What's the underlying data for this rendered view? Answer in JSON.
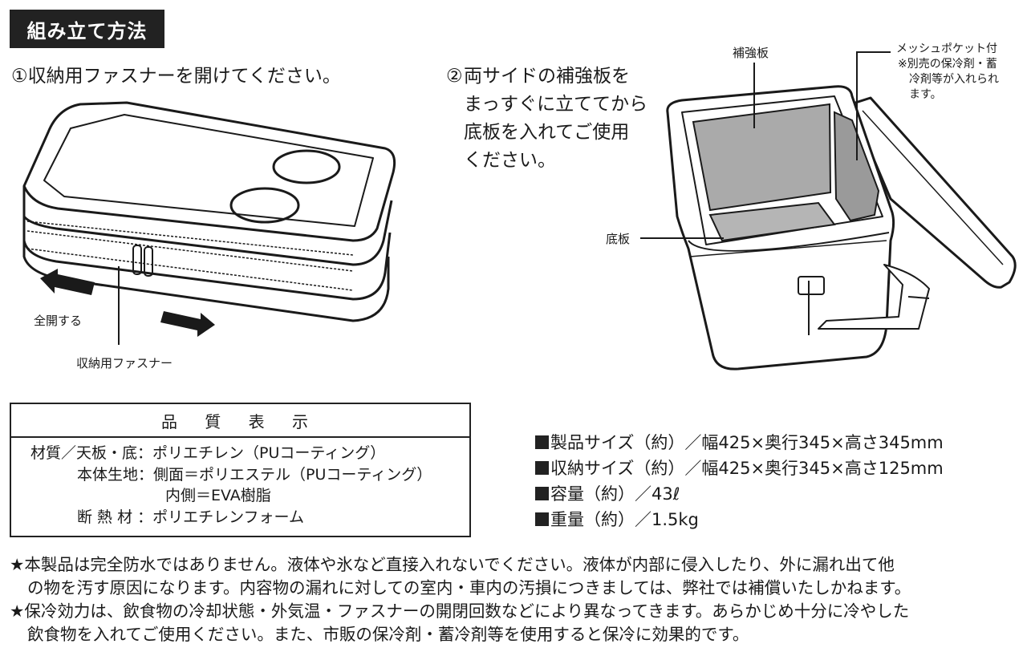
{
  "header": {
    "title": "組み立て方法"
  },
  "step1": {
    "number": "①",
    "text": "収納用ファスナーを開けてください。",
    "label_open": "全開する",
    "label_zipper": "収納用ファスナー"
  },
  "step2": {
    "number": "②",
    "lines": [
      "両サイドの補強板を",
      "まっすぐに立ててから",
      "底板を入れてご使用",
      "ください。"
    ],
    "label_side_board": "補強板",
    "label_bottom_board": "底板",
    "label_mesh_pocket": "メッシュポケット付",
    "mesh_note_lines": [
      "※別売の保冷剤・蓄",
      "冷剤等が入れられ",
      "ます。"
    ]
  },
  "quality": {
    "heading": "品 質 表 示",
    "rows": [
      "材質／天板・底：ポリエチレン（PUコーティング）",
      "本体生地：側面＝ポリエステル（PUコーティング）",
      "内側＝EVA樹脂",
      "断 熱 材 ：ポリエチレンフォーム"
    ]
  },
  "specs": [
    "製品サイズ（約）／幅425×奥行345×高さ345mm",
    "収納サイズ（約）／幅425×奥行345×高さ125mm",
    "容量（約）／43ℓ",
    "重量（約）／1.5kg"
  ],
  "notes": [
    "★本製品は完全防水ではありません。液体や氷など直接入れないでください。液体が内部に侵入したり、外に漏れ出て他",
    "の物を汚す原因になります。内容物の漏れに対しての室内・車内の汚損につきましては、弊社では補償いたしかねます。",
    "★保冷効力は、飲食物の冷却状態・外気温・ファスナーの開閉回数などにより異なってきます。あらかじめ十分に冷やした",
    "飲食物を入れてご使用ください。また、市販の保冷剤・蓄冷剤等を使用すると保冷に効果的です。"
  ],
  "colors": {
    "ink": "#1a1a1a",
    "panel_gray": "#aaaaaa",
    "title_bg": "#222222"
  }
}
